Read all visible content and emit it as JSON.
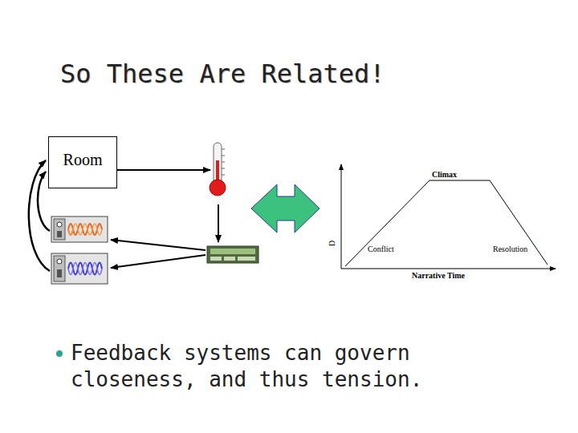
{
  "diagram": {
    "title": "So These Are Related!",
    "nodes": [
      {
        "text": [
          "Room"
        ]
      }
    ],
    "labels": [
      "Climax",
      "Conflict",
      "Resolution",
      "Narrative Time",
      "D",
      "Feedback systems can govern closeness, and thus tension."
    ]
  }
}
